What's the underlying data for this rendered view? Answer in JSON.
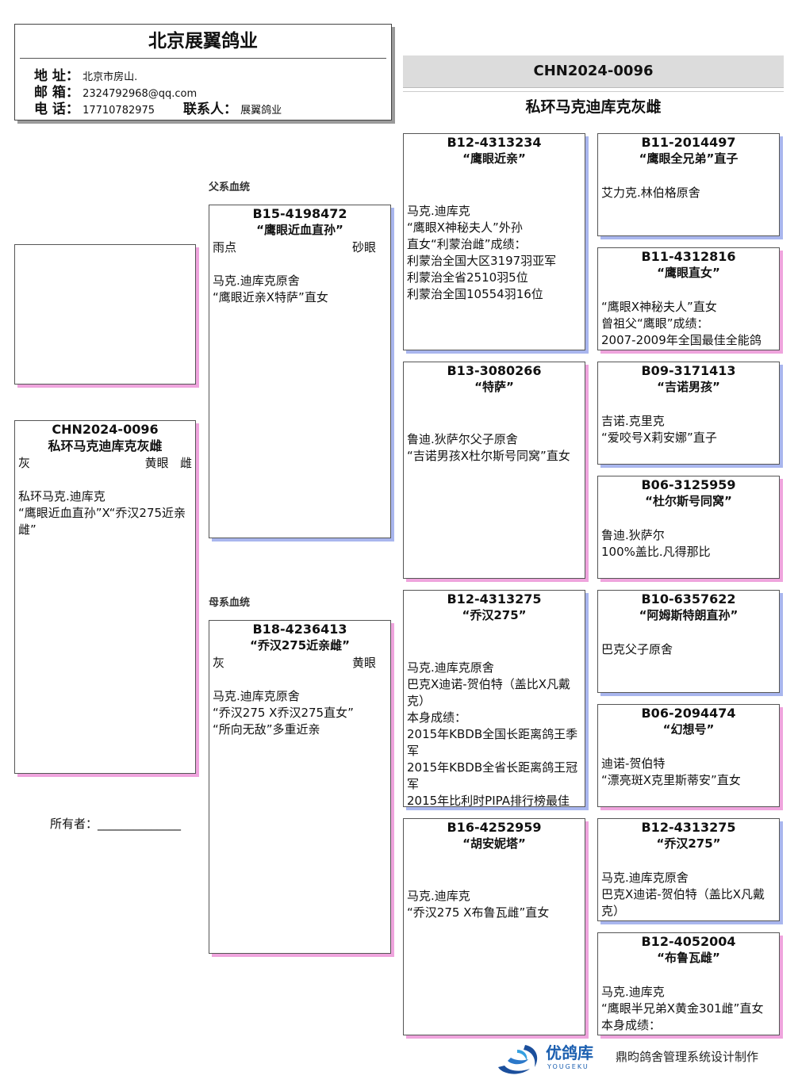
{
  "loft": {
    "name": "北京展翼鸽业",
    "address_label": "地 址：",
    "address": "北京市房山.",
    "email_label": "邮 箱：",
    "email": "2324792968@qq.com",
    "phone_label": "电 话：",
    "phone": "17710782975",
    "contact_label": "联系人：",
    "contact": "展翼鸽业"
  },
  "header": {
    "ring": "CHN2024-0096",
    "name": "私环马克迪库克灰雌"
  },
  "labels": {
    "sire_line": "父系血统",
    "dam_line": "母系血统",
    "owner": "所有者：",
    "owner_blank": "______________"
  },
  "subject": {
    "ring": "CHN2024-0096",
    "name": "私环马克迪库克灰雌",
    "color": "灰",
    "eye": "黄眼",
    "sex": "雌",
    "desc": "私环马克.迪库克\n“鹰眼近血直孙”X“乔汉275近亲雌”"
  },
  "sire": {
    "ring": "B15-4198472",
    "name": "“鹰眼近血直孙”",
    "color": "雨点",
    "eye": "砂眼",
    "desc": "马克.迪库克原舍\n“鹰眼近亲X特萨”直女"
  },
  "dam": {
    "ring": "B18-4236413",
    "name": "“乔汉275近亲雌”",
    "color": "灰",
    "eye": "黄眼",
    "desc": "马克.迪库克原舍\n“乔汉275 X乔汉275直女”\n“所向无敌”多重近亲"
  },
  "gen3": [
    {
      "ring": "B12-4313234",
      "name": "“鹰眼近亲”",
      "desc": "马克.迪库克\n“鹰眼X神秘夫人”外孙\n直女“利蒙治雌”成绩：\n利蒙治全国大区3197羽亚军\n利蒙治全省2510羽5位\n利蒙治全国10554羽16位"
    },
    {
      "ring": "B13-3080266",
      "name": "“特萨”",
      "desc": "鲁迪.狄萨尔父子原舍\n“吉诺男孩X杜尔斯号同窝”直女"
    },
    {
      "ring": "B12-4313275",
      "name": "“乔汉275”",
      "desc": "马克.迪库克原舍\n巴克X迪诺-贺伯特（盖比X凡戴克）\n本身成绩：\n2015年KBDB全国长距离鸽王季军\n2015年KBDB全省长距离鸽王冠军\n2015年比利时PIPA排行榜最佳"
    },
    {
      "ring": "B16-4252959",
      "name": "“胡安妮塔”",
      "desc": "马克.迪库克\n“乔汉275 X布鲁瓦雌”直女"
    }
  ],
  "gen4": [
    {
      "ring": "B11-2014497",
      "name": "“鹰眼全兄弟”直子",
      "desc": "艾力克.林伯格原舍"
    },
    {
      "ring": "B11-4312816",
      "name": "“鹰眼直女”",
      "desc": "“鹰眼X神秘夫人”直女\n曾祖父“鹰眼”成绩：\n2007-2009年全国最佳全能鸽"
    },
    {
      "ring": "B09-3171413",
      "name": "“吉诺男孩”",
      "desc": "吉诺.克里克\n“爱咬号X莉安娜”直子"
    },
    {
      "ring": "B06-3125959",
      "name": "“杜尔斯号同窝”",
      "desc": "鲁迪.狄萨尔\n100%盖比.凡得那比"
    },
    {
      "ring": "B10-6357622",
      "name": "“阿姆斯特朗直孙”",
      "desc": "巴克父子原舍"
    },
    {
      "ring": "B06-2094474",
      "name": "“幻想号”",
      "desc": "迪诺-贺伯特\n“漂亮斑X克里斯蒂安”直女"
    },
    {
      "ring": "B12-4313275",
      "name": "“乔汉275”",
      "desc": "马克.迪库克原舍\n巴克X迪诺-贺伯特（盖比X凡戴克）"
    },
    {
      "ring": "B12-4052004",
      "name": "“布鲁瓦雌”",
      "desc": "马克.迪库克\n“鹰眼半兄弟X黄金301雌”直女\n本身成绩："
    }
  ],
  "footer": {
    "brand": "优鸽库",
    "brand_en": "YOUGEKU",
    "credit": "鼎昀鸽舍管理系统设计制作"
  }
}
